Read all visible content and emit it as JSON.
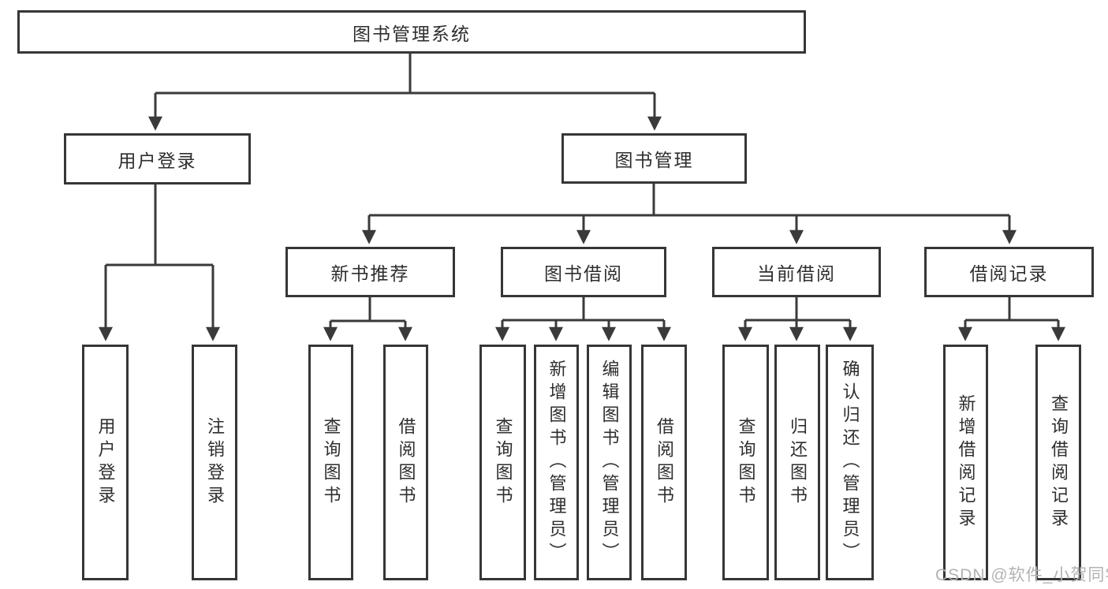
{
  "diagram_title": "图书管理系统",
  "tree": {
    "label": "图书管理系统",
    "children": [
      {
        "label": "用户登录",
        "children": [
          {
            "label": "用户登录"
          },
          {
            "label": "注销登录"
          }
        ]
      },
      {
        "label": "图书管理",
        "children": [
          {
            "label": "新书推荐",
            "children": [
              {
                "label": "查询图书"
              },
              {
                "label": "借阅图书"
              }
            ]
          },
          {
            "label": "图书借阅",
            "children": [
              {
                "label": "查询图书"
              },
              {
                "label": "新增图书（管理员）"
              },
              {
                "label": "编辑图书（管理员）"
              },
              {
                "label": "借阅图书"
              }
            ]
          },
          {
            "label": "当前借阅",
            "children": [
              {
                "label": "查询图书"
              },
              {
                "label": "归还图书"
              },
              {
                "label": "确认归还（管理员）"
              }
            ]
          },
          {
            "label": "借阅记录",
            "children": [
              {
                "label": "新增借阅记录"
              },
              {
                "label": "查询借阅记录"
              }
            ]
          }
        ]
      }
    ]
  },
  "watermark": "CSDN @软件_小贺同学",
  "colors": {
    "line": "#3a3a3a",
    "border": "#363636",
    "text": "#2e2e2e",
    "watermark": "#b3b3b3",
    "background": "#ffffff"
  }
}
